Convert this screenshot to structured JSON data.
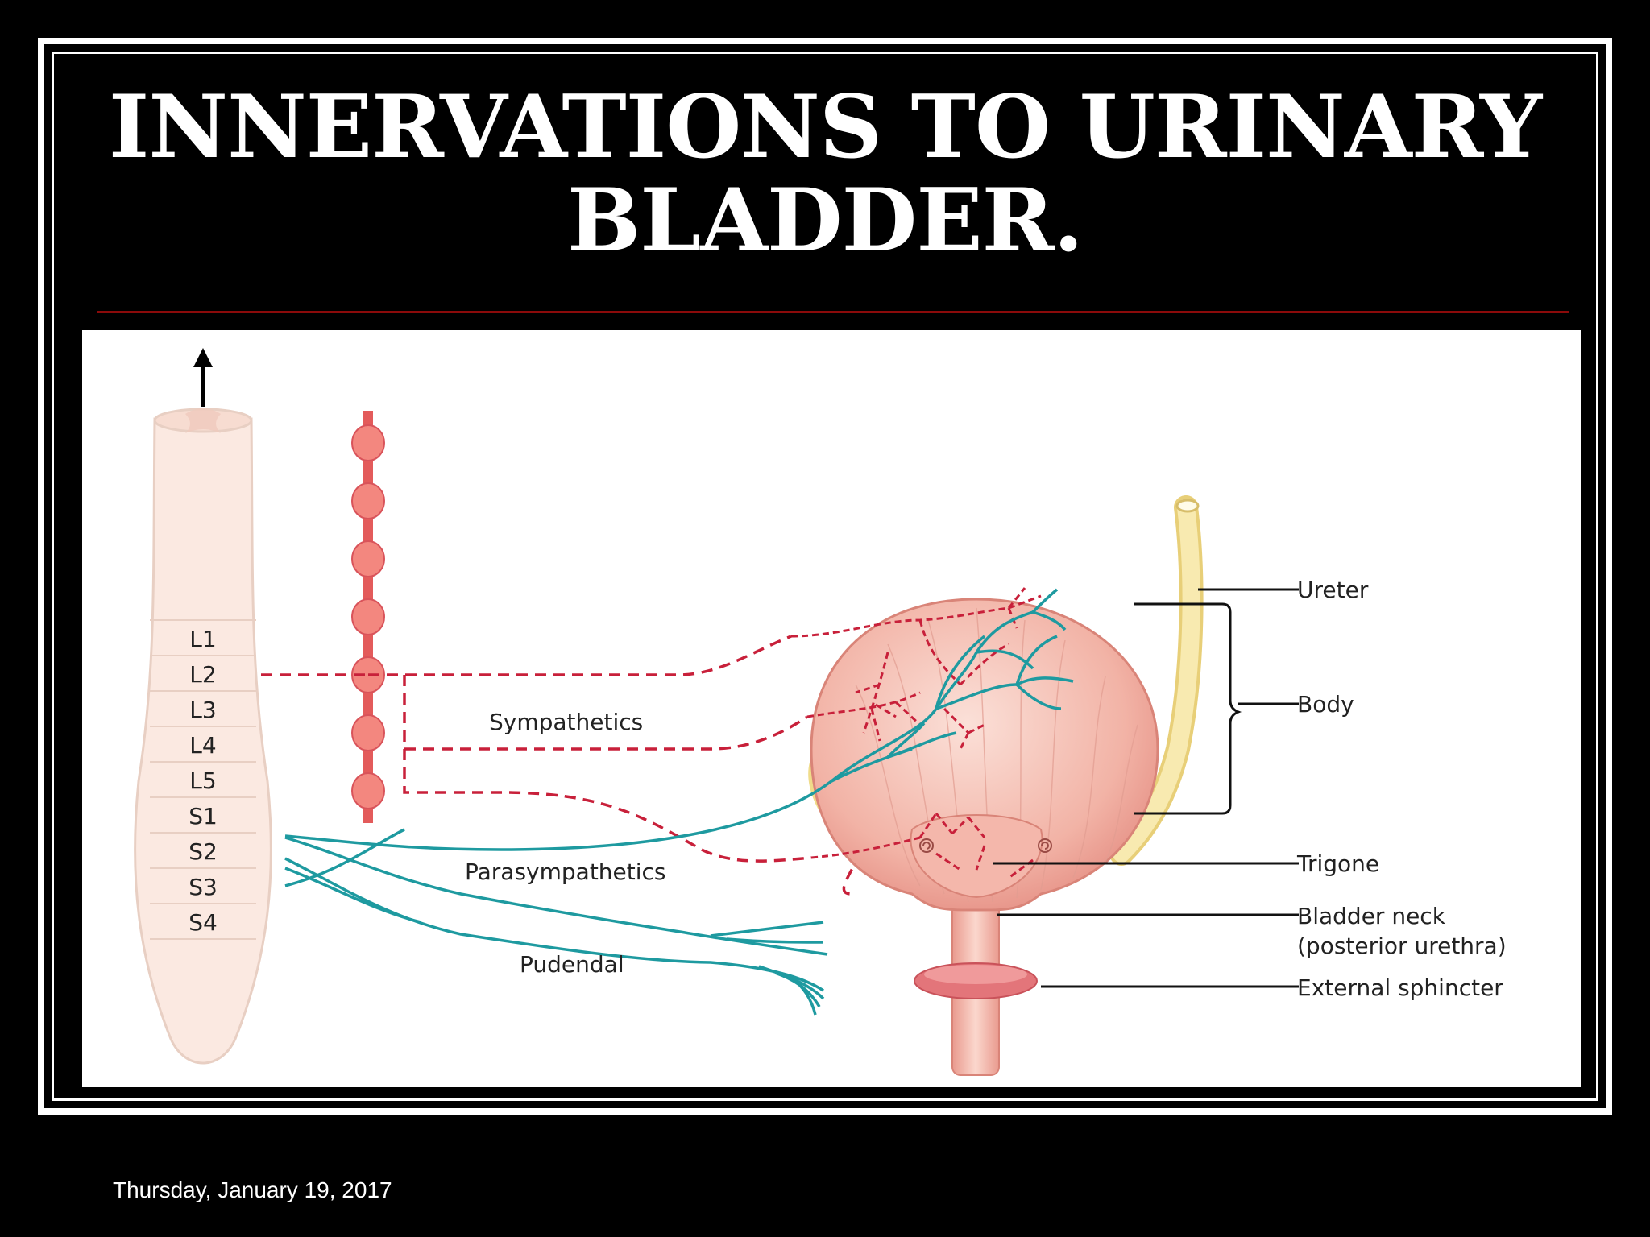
{
  "slide": {
    "title_line1": "INNERVATIONS TO URINARY",
    "title_line2": "BLADDER.",
    "date": "Thursday, January 19, 2017"
  },
  "diagram": {
    "segments": [
      "L1",
      "L2",
      "L3",
      "L4",
      "L5",
      "S1",
      "S2",
      "S3",
      "S4"
    ],
    "nerve_labels": {
      "sympathetics": "Sympathetics",
      "parasympathetics": "Parasympathetics",
      "pudendal": "Pudendal"
    },
    "structure_labels": {
      "ureter": "Ureter",
      "body": "Body",
      "trigone": "Trigone",
      "bladder_neck_line1": "Bladder neck",
      "bladder_neck_line2": "(posterior urethra)",
      "external_sphincter": "External sphincter"
    },
    "colors": {
      "sympathetic": "#c8203a",
      "parasympathetic": "#1e9aa0",
      "spinal_cord": "#fbe9e1",
      "bladder": "#f2b3a6",
      "ureter": "#f5e6a0"
    }
  }
}
